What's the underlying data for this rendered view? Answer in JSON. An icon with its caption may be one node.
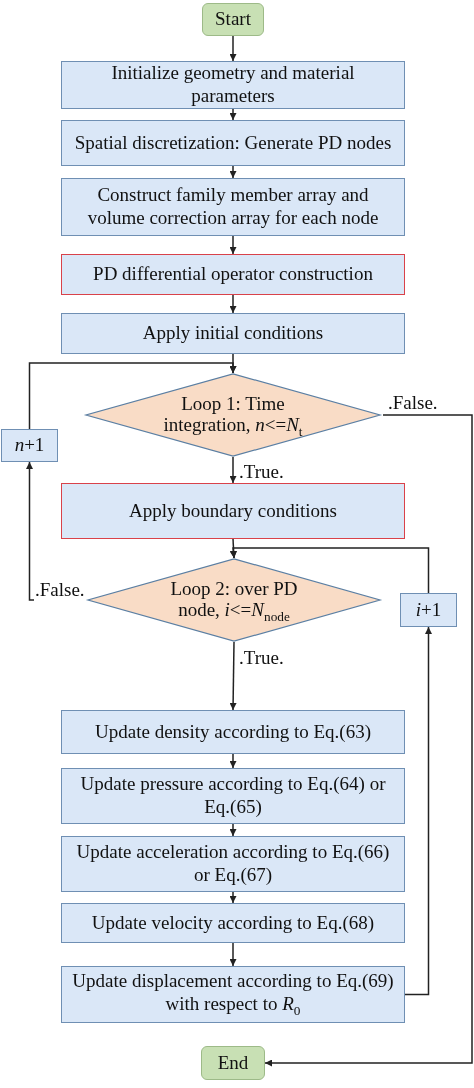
{
  "diagram": {
    "nodes": [
      {
        "text": [
          "Start"
        ]
      },
      {
        "text": [
          "Initialize geometry and material parameters"
        ]
      },
      {
        "text": [
          "Spatial discretization: Generate PD nodes"
        ]
      },
      {
        "text": [
          "Construct family member array and volume correction array for each node"
        ]
      },
      {
        "text": [
          "PD differential operator construction"
        ]
      },
      {
        "text": [
          "Apply initial conditions"
        ]
      },
      {
        "text": [
          "Loop 1: Time integration, *n*<=*N*$_{t}$"
        ]
      },
      {
        "text": [
          "*n*+1"
        ]
      },
      {
        "text": [
          "Apply boundary conditions"
        ]
      },
      {
        "text": [
          "Loop 2: over PD node, *i*<=*N*$_{node}$"
        ]
      },
      {
        "text": [
          "*i*+1"
        ]
      },
      {
        "text": [
          "Update density according to Eq.(63)"
        ]
      },
      {
        "text": [
          "Update pressure according to Eq.(64) or Eq.(65)"
        ]
      },
      {
        "text": [
          "Update acceleration according to Eq.(66) or Eq.(67)"
        ]
      },
      {
        "text": [
          "Update velocity according to Eq.(68)"
        ]
      },
      {
        "text": [
          "Update displacement according to Eq.(69) with respect to *R*$_{0}$"
        ]
      },
      {
        "text": [
          "End"
        ]
      }
    ],
    "edges": [
      {
        "from": 0,
        "to": 1,
        "arrow": "to"
      },
      {
        "from": 1,
        "to": 2,
        "arrow": "to"
      },
      {
        "from": 2,
        "to": 3,
        "arrow": "to"
      },
      {
        "from": 3,
        "to": 4,
        "arrow": "to"
      },
      {
        "from": 4,
        "to": 5,
        "arrow": "to"
      },
      {
        "from": 5,
        "to": 6,
        "arrow": "to"
      },
      {
        "from": 6,
        "to": 8,
        "arrow": "to",
        "label": ".True."
      },
      {
        "from": 6,
        "to": 16,
        "arrow": "to",
        "label": ".False."
      },
      {
        "from": 7,
        "to": 6,
        "arrow": "to"
      },
      {
        "from": 8,
        "to": 9,
        "arrow": "to"
      },
      {
        "from": 9,
        "to": 7,
        "arrow": "to",
        "label": ".False."
      },
      {
        "from": 9,
        "to": 11,
        "arrow": "to",
        "label": ".True."
      },
      {
        "from": 10,
        "to": 9,
        "arrow": "to"
      },
      {
        "from": 11,
        "to": 12,
        "arrow": "to"
      },
      {
        "from": 12,
        "to": 13,
        "arrow": "to"
      },
      {
        "from": 13,
        "to": 14,
        "arrow": "to"
      },
      {
        "from": 14,
        "to": 15,
        "arrow": "to"
      },
      {
        "from": 15,
        "to": 10,
        "arrow": "to"
      }
    ]
  }
}
